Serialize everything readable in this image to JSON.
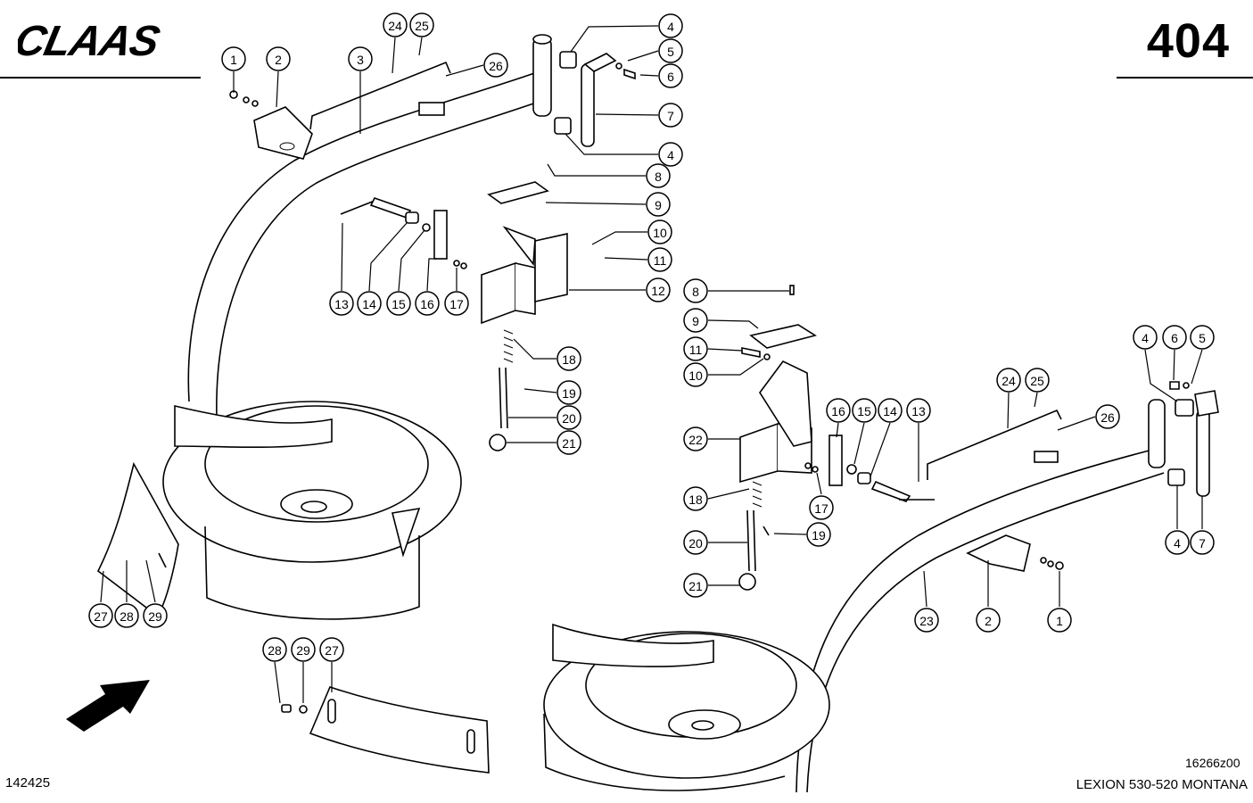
{
  "header": {
    "logo_text": "CLAAS",
    "page_number": "404"
  },
  "footer": {
    "image_id": "142425",
    "drawing_number": "16266z00",
    "model": "LEXION 530-520 MONTANA"
  },
  "callouts": [
    {
      "label": "1"
    },
    {
      "label": "2"
    },
    {
      "label": "3"
    },
    {
      "label": "24"
    },
    {
      "label": "25"
    },
    {
      "label": "26"
    },
    {
      "label": "4"
    },
    {
      "label": "5"
    },
    {
      "label": "6"
    },
    {
      "label": "7"
    },
    {
      "label": "4"
    },
    {
      "label": "8"
    },
    {
      "label": "9"
    },
    {
      "label": "10"
    },
    {
      "label": "11"
    },
    {
      "label": "12"
    },
    {
      "label": "13"
    },
    {
      "label": "14"
    },
    {
      "label": "15"
    },
    {
      "label": "16"
    },
    {
      "label": "17"
    },
    {
      "label": "18"
    },
    {
      "label": "19"
    },
    {
      "label": "20"
    },
    {
      "label": "21"
    },
    {
      "label": "27"
    },
    {
      "label": "28"
    },
    {
      "label": "29"
    },
    {
      "label": "28"
    },
    {
      "label": "29"
    },
    {
      "label": "27"
    },
    {
      "label": "8"
    },
    {
      "label": "9"
    },
    {
      "label": "11"
    },
    {
      "label": "10"
    },
    {
      "label": "22"
    },
    {
      "label": "16"
    },
    {
      "label": "15"
    },
    {
      "label": "14"
    },
    {
      "label": "13"
    },
    {
      "label": "17"
    },
    {
      "label": "18"
    },
    {
      "label": "19"
    },
    {
      "label": "20"
    },
    {
      "label": "21"
    },
    {
      "label": "24"
    },
    {
      "label": "25"
    },
    {
      "label": "26"
    },
    {
      "label": "4"
    },
    {
      "label": "6"
    },
    {
      "label": "5"
    },
    {
      "label": "4"
    },
    {
      "label": "7"
    },
    {
      "label": "23"
    },
    {
      "label": "2"
    },
    {
      "label": "1"
    }
  ]
}
